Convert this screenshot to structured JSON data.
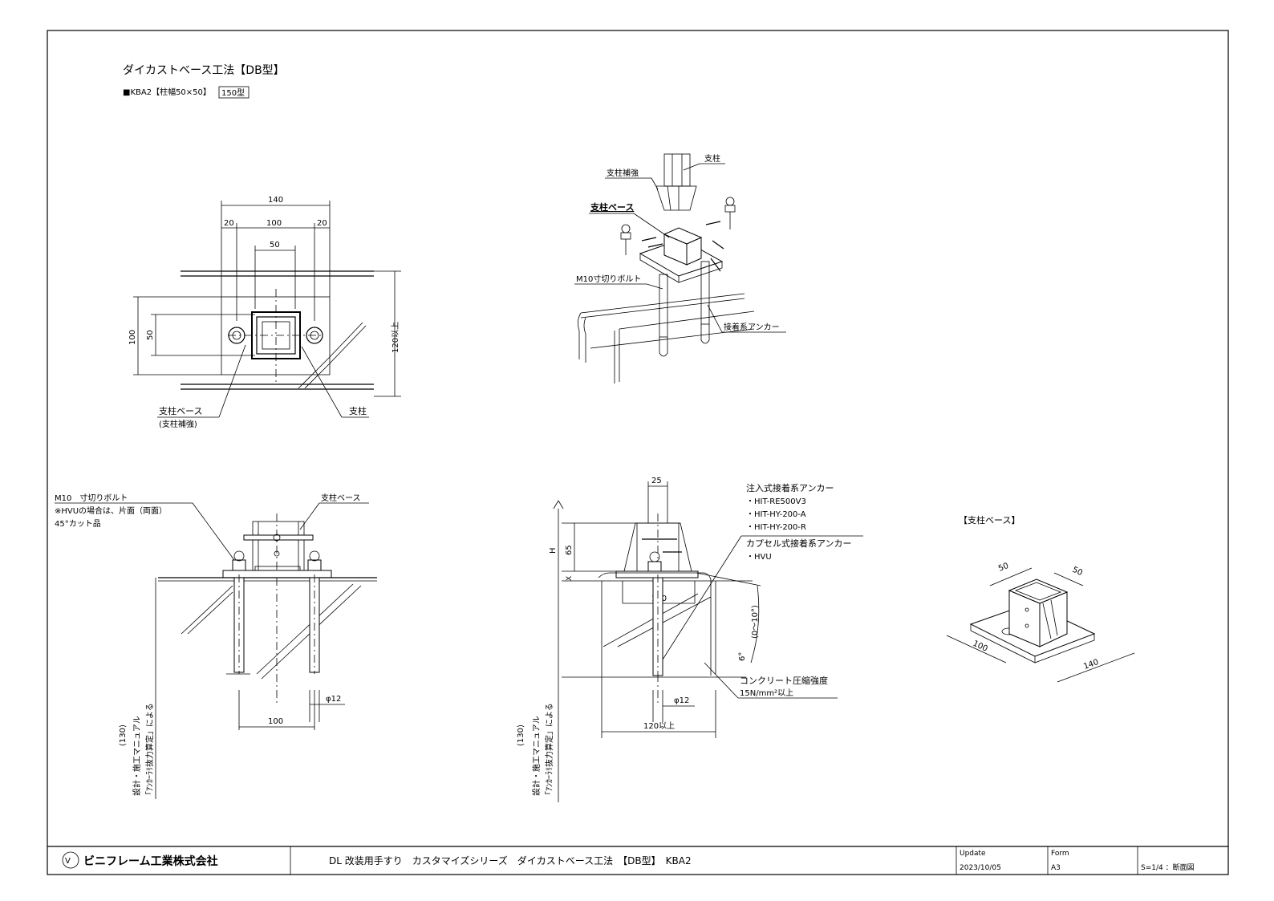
{
  "header": {
    "title": "ダイカストベース工法【DB型】",
    "subtitle_prefix": "■KBA2【柱幅50×50】",
    "subtitle_boxed": "150型"
  },
  "top_plan": {
    "dim_140": "140",
    "dim_20_left": "20",
    "dim_100": "100",
    "dim_20_right": "20",
    "dim_50_top": "50",
    "dim_100_left": "100",
    "dim_50_left": "50",
    "dim_120_right": "120以上",
    "label_base": "支柱ベース",
    "label_base_sub": "(支柱補強)",
    "label_post": "支柱"
  },
  "iso_assembly": {
    "label_post": "支柱",
    "label_reinforce": "支柱補強",
    "label_base": "支柱ベース",
    "label_bolt": "M10寸切りボルト",
    "label_anchor": "接着系アンカー"
  },
  "front_section": {
    "note_line1": "M10　寸切りボルト",
    "note_line2": "※HVUの場合は、片面（両面）",
    "note_line3": "45°カット品",
    "label_base": "支柱ベース",
    "dim_phi": "φ12",
    "dim_100": "100",
    "vert_note_1": "(130)",
    "vert_note_2": "設計・施工マニュアル",
    "vert_note_3": "「ｱﾝｶｰﾗﾘ抜力算定」による"
  },
  "side_section": {
    "dim_25": "25",
    "dim_65": "65",
    "dim_H": "H",
    "dim_X": "X",
    "dim_100": "100",
    "dim_phi": "φ12",
    "dim_120": "120以上",
    "angle_6": "6°",
    "angle_range": "(0～10°)",
    "anchor_title": "注入式接着系アンカー",
    "anchor_items": [
      "・HIT-RE500V3",
      "・HIT-HY-200-A",
      "・HIT-HY-200-R"
    ],
    "capsule_title": "カプセル式接着系アンカー",
    "capsule_item": "・HVU",
    "concrete_label": "コンクリート圧縮強度",
    "concrete_value": "15N/mm²以上",
    "vert_note_1": "(130)",
    "vert_note_2": "設計・施工マニュアル",
    "vert_note_3": "「ｱﾝｶｰﾗﾘ抜力算定」による"
  },
  "iso_base": {
    "title": "【支柱ベース】",
    "dim_50_a": "50",
    "dim_50_b": "50",
    "dim_100": "100",
    "dim_140": "140"
  },
  "title_block": {
    "company": "ビニフレーム工業株式会社",
    "drawing_title": "DL 改装用手すり　カスタマイズシリーズ　ダイカストベース工法　【DB型】　KBA2",
    "update_label": "Update",
    "update_value": "2023/10/05",
    "form_label": "Form",
    "form_value": "A3",
    "scale_value": "S=1/4 ：断面図"
  }
}
